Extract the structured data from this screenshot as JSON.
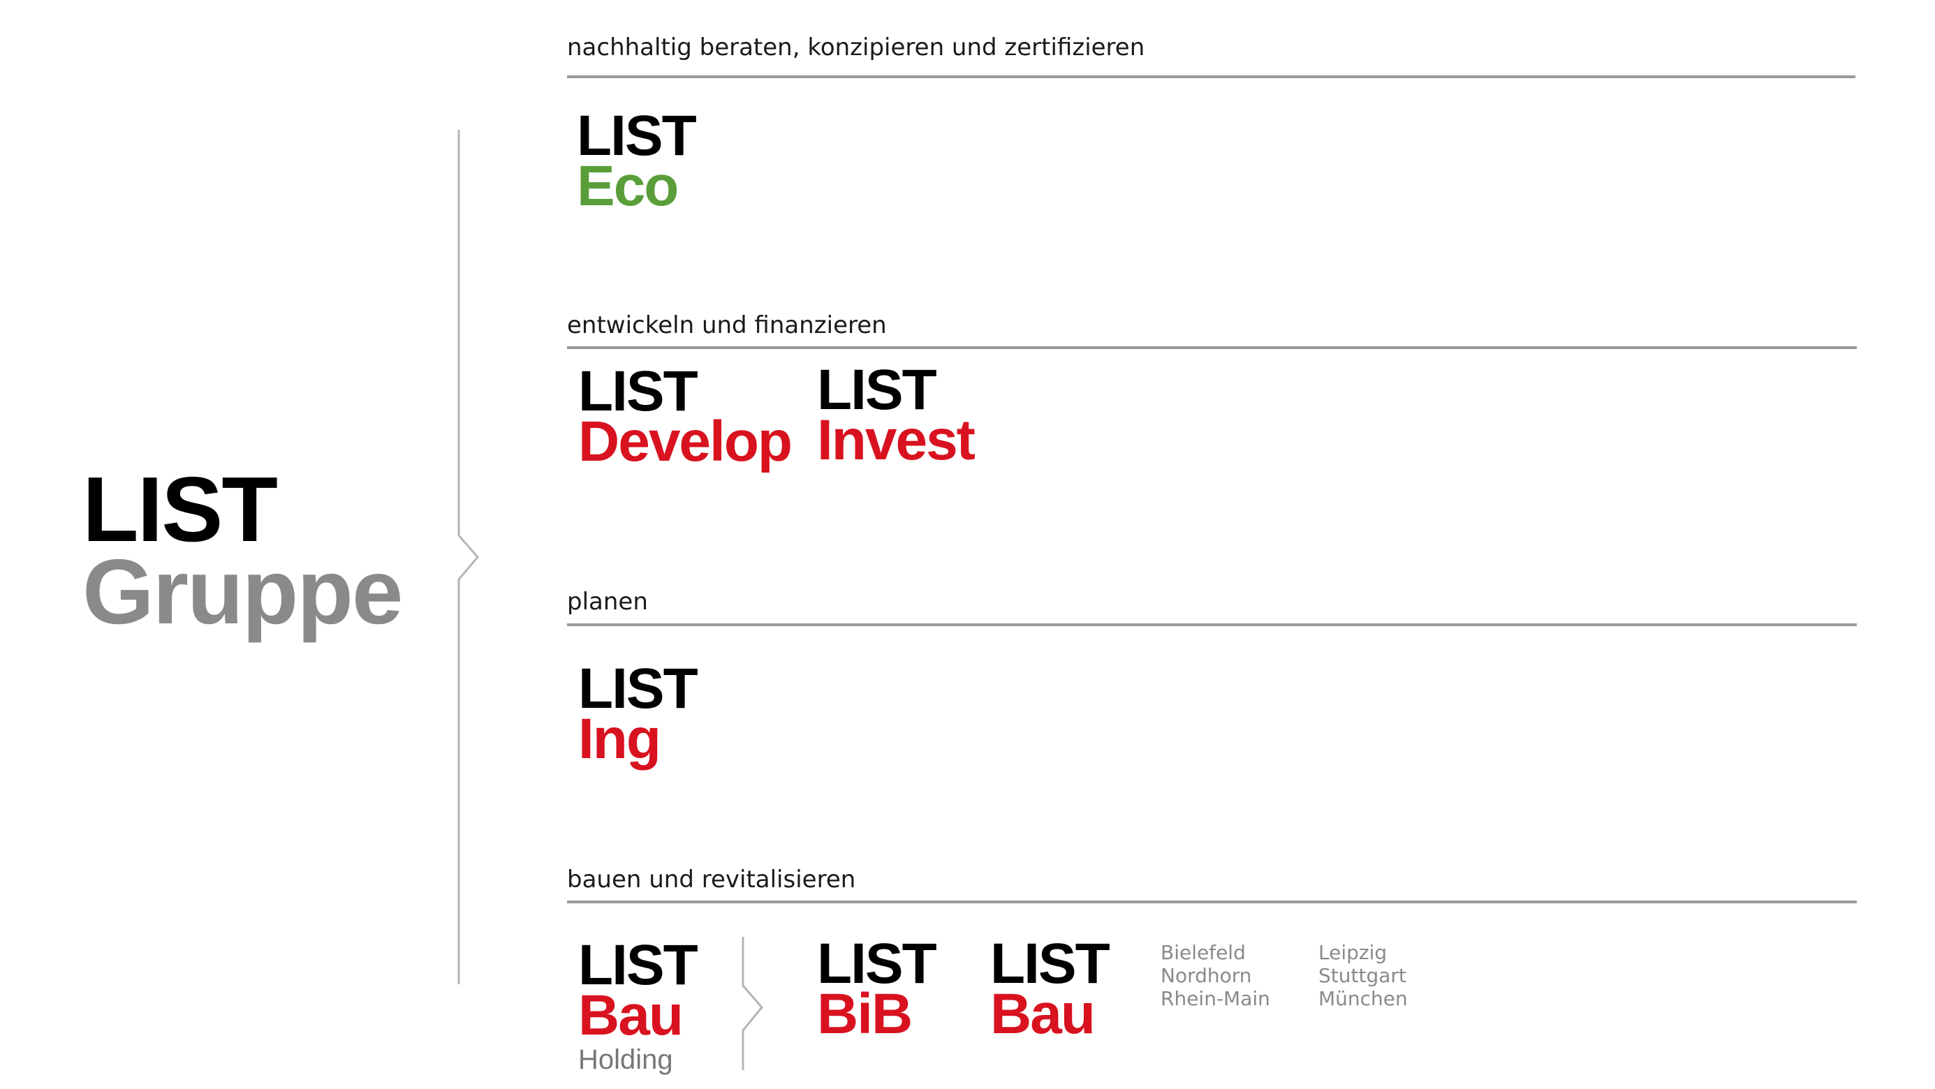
{
  "colors": {
    "black": "#000000",
    "gray": "#8a8a8a",
    "green": "#5a9e3a",
    "red": "#d8121f",
    "rule": "#9a9a9a"
  },
  "root": {
    "line1": "LIST",
    "line2": "Gruppe"
  },
  "sections": [
    {
      "title": "nachhaltig beraten, konzipieren und zertifizieren",
      "logos": [
        {
          "line1": "LIST",
          "line2": "Eco"
        }
      ]
    },
    {
      "title": "entwickeln und finanzieren",
      "logos": [
        {
          "line1": "LIST",
          "line2": "Develop"
        },
        {
          "line1": "LIST",
          "line2": "Invest"
        }
      ]
    },
    {
      "title": "planen",
      "logos": [
        {
          "line1": "LIST",
          "line2": "Ing"
        }
      ]
    },
    {
      "title": "bauen und revitalisieren",
      "logos": [
        {
          "line1": "LIST",
          "line2": "Bau",
          "line3": "Holding"
        },
        {
          "line1": "LIST",
          "line2": "BiB"
        },
        {
          "line1": "LIST",
          "line2": "Bau"
        }
      ],
      "cities_col1": [
        "Bielefeld",
        "Nordhorn",
        "Rhein-Main"
      ],
      "cities_col2": [
        "Leipzig",
        "Stuttgart",
        "München"
      ]
    }
  ]
}
